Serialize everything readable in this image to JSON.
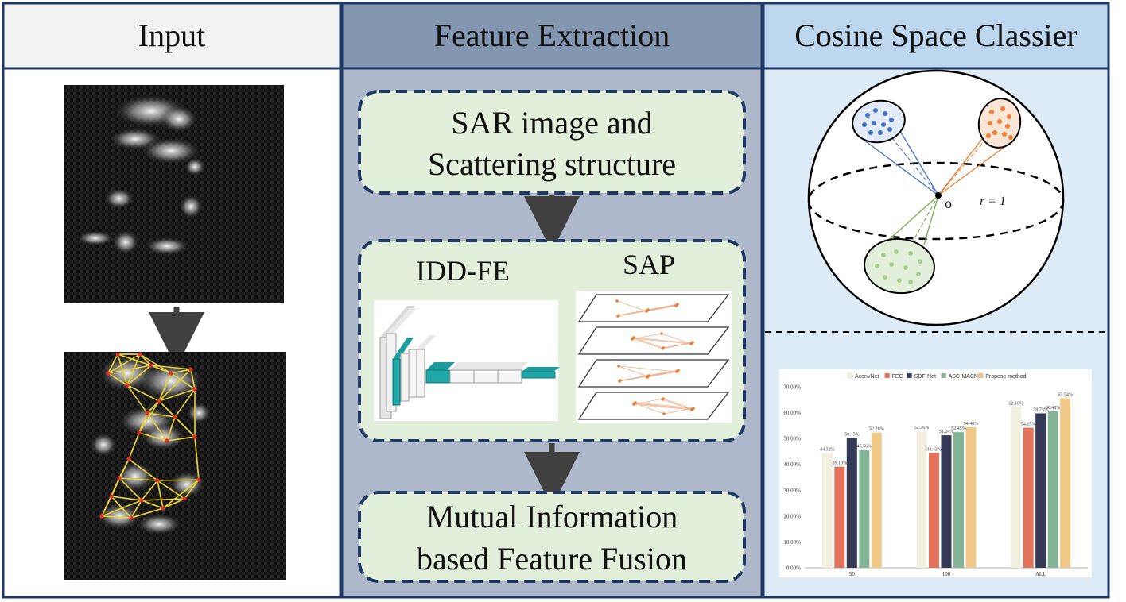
{
  "panels": {
    "input": {
      "title": "Input"
    },
    "feature": {
      "title": "Feature Extraction",
      "box1": [
        "SAR image and",
        "Scattering structure"
      ],
      "module_left": "IDD-FE",
      "module_right": "SAP",
      "box3": [
        "Mutual Information",
        "based Feature Fusion"
      ]
    },
    "classifier": {
      "title": "Cosine Space Classier",
      "origin_label": "o",
      "radius_label": "r = 1"
    }
  },
  "colors": {
    "panel_border": "#1f3864",
    "header_input": "#f2f2f2",
    "header_feature": "#8497b0",
    "header_classifier": "#bdd7ee",
    "feature_bg": "#adb9ca",
    "classifier_bg": "#ddebf7",
    "box_fill": "#e2efda",
    "box_border": "#1f3864",
    "cluster_blue": "#4472c4",
    "cluster_orange": "#ed7d31",
    "cluster_green": "#70ad47",
    "structure_line": "#e8d03a",
    "structure_node": "#e03030"
  },
  "chart_data": {
    "type": "bar",
    "categories": [
      "50",
      "100",
      "ALL"
    ],
    "series": [
      {
        "name": "AconvNet",
        "color": "#f2efe0",
        "values": [
          44.32,
          52.76,
          62.16
        ]
      },
      {
        "name": "FEC",
        "color": "#e2735a",
        "values": [
          39.1,
          44.43,
          54.15
        ]
      },
      {
        "name": "SDF-Net",
        "color": "#353b56",
        "values": [
          50.15,
          51.24,
          59.73
        ]
      },
      {
        "name": "ASC-MACN",
        "color": "#82b394",
        "values": [
          45.56,
          52.45,
          60.48
        ]
      },
      {
        "name": "Propose method",
        "color": "#f0c987",
        "values": [
          52.28,
          54.4,
          65.54
        ]
      }
    ],
    "data_labels": [
      [
        "44.32%",
        "52.76%",
        "62.16%"
      ],
      [
        "39.10%",
        "44.43%",
        "54.15%"
      ],
      [
        "50.15%",
        "51.24%",
        "59.73%"
      ],
      [
        "45.56%",
        "52.45%",
        "60.48%"
      ],
      [
        "52.28%",
        "54.40%",
        "65.54%"
      ]
    ],
    "y_ticks": [
      "0.00%",
      "10.00%",
      "20.00%",
      "30.00%",
      "40.00%",
      "50.00%",
      "60.00%",
      "70.00%"
    ],
    "ylim": [
      0,
      70
    ],
    "legend_position": "top",
    "grid": false
  }
}
